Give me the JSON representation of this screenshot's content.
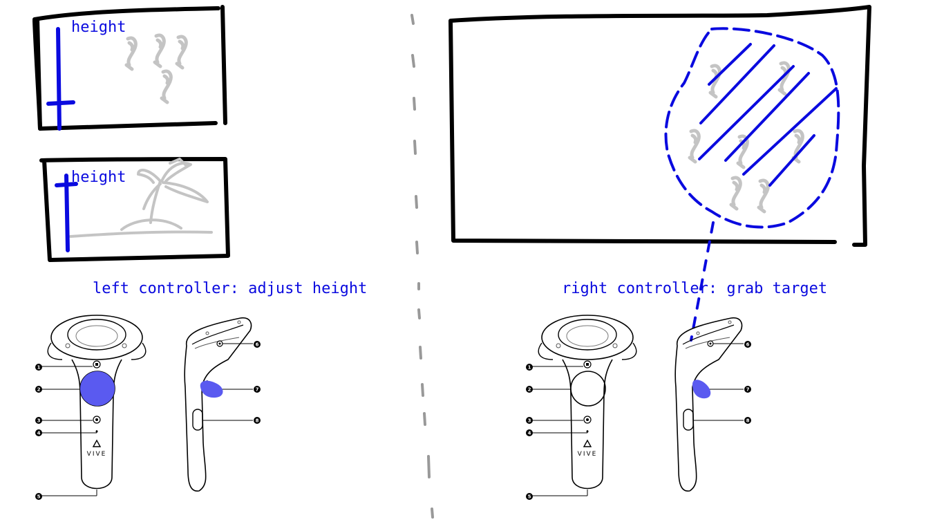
{
  "colors": {
    "annotation": "#0a0adf",
    "highlight": "#5a5af0",
    "ink": "#000000",
    "sketch": "#c4c4c4",
    "divider": "#999999"
  },
  "panels": {
    "left_top_label": "height",
    "left_bottom_label": "height"
  },
  "captions": {
    "left": "left controller: adjust height",
    "right": "right controller: grab target"
  },
  "controller": {
    "brand": "VIVE",
    "callouts": [
      "1",
      "2",
      "3",
      "4",
      "5",
      "6",
      "7",
      "8"
    ]
  },
  "icons": [
    "fish-sketch-icon",
    "palm-tree-sketch-icon",
    "vive-logo-icon"
  ]
}
